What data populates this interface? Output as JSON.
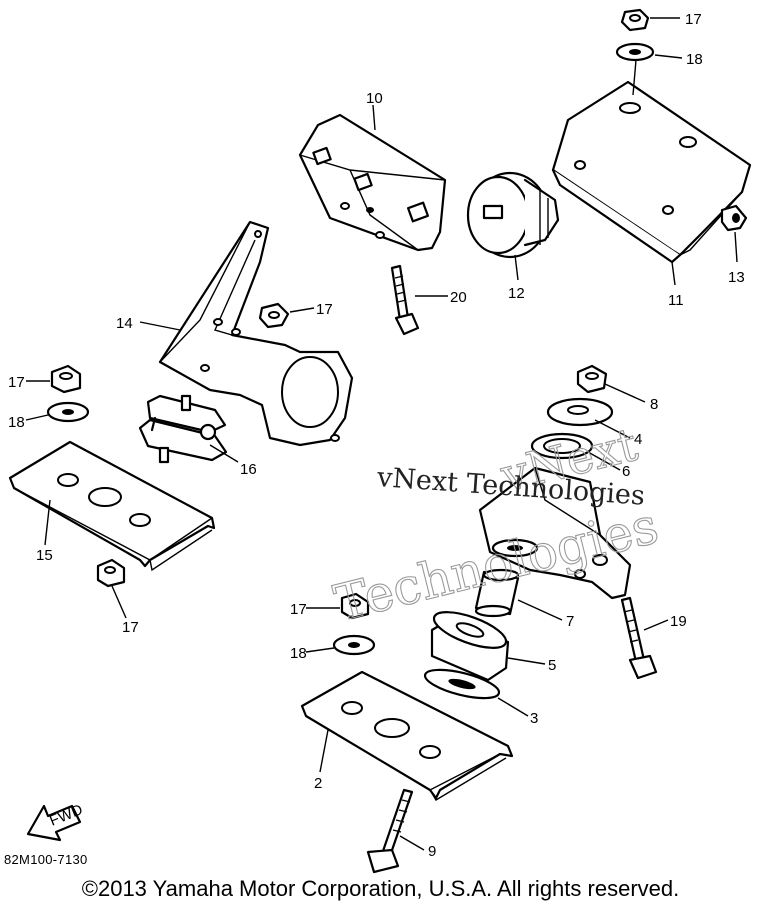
{
  "diagram": {
    "part_numbers": [
      "2",
      "3",
      "4",
      "5",
      "6",
      "7",
      "8",
      "9",
      "10",
      "11",
      "12",
      "13",
      "14",
      "15",
      "16",
      "17",
      "18",
      "19",
      "20"
    ],
    "watermark": {
      "outline_top": "vNext",
      "line1": "vNext Technologies",
      "outline_bottom": "Technologies"
    },
    "diagram_code": "82M100-7130",
    "fwd_label": "FWD"
  },
  "footer": {
    "copyright": "©2013 Yamaha Motor Corporation, U.S.A. All rights reserved."
  }
}
